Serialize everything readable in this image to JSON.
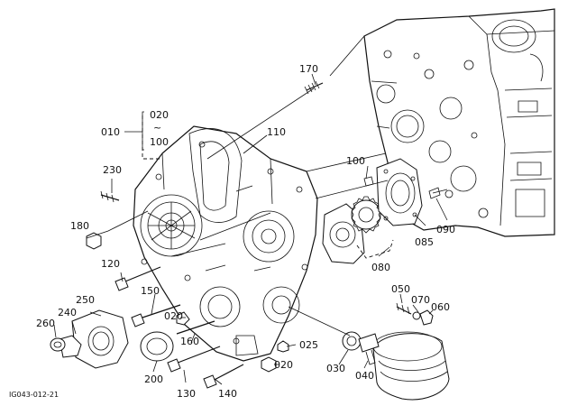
{
  "callouts": {
    "p170": "170",
    "p020_top": "020",
    "p_tilde": "~",
    "p100_range": "100",
    "p010": "010",
    "p110": "110",
    "p230": "230",
    "p100": "100",
    "p180": "180",
    "p085": "085",
    "p090": "090",
    "p120": "120",
    "p080": "080",
    "p250": "250",
    "p150": "150",
    "p240": "240",
    "p020_mid": "020",
    "p050": "050",
    "p070": "070",
    "p060": "060",
    "p260": "260",
    "p160": "160",
    "p025": "025",
    "p020_bot": "020",
    "p030": "030",
    "p040": "040",
    "p200": "200",
    "p130": "130",
    "p140": "140"
  },
  "footer": {
    "drawing_code": "IG043-012-21"
  }
}
